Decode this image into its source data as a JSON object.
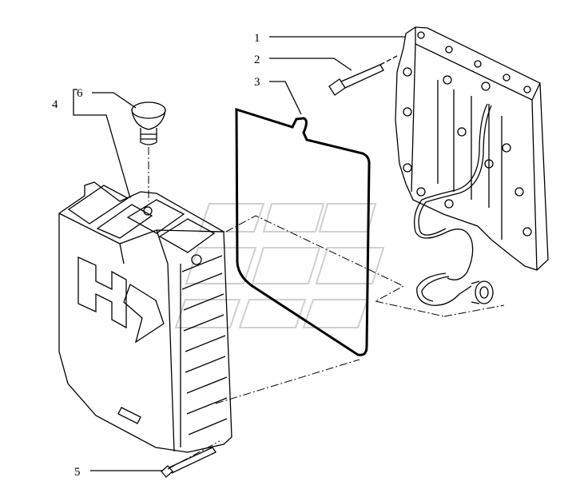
{
  "diagram": {
    "kind": "exploded parts view",
    "accent_color": "#000000",
    "watermark_color": "#cfcfcf",
    "callouts": [
      {
        "id": "c1",
        "label": "1"
      },
      {
        "id": "c2",
        "label": "2"
      },
      {
        "id": "c3",
        "label": "3"
      },
      {
        "id": "c4",
        "label": "4"
      },
      {
        "id": "c5",
        "label": "5"
      },
      {
        "id": "c6",
        "label": "6"
      }
    ],
    "parts": [
      {
        "callout": "1",
        "icon": "mounting-plate-icon"
      },
      {
        "callout": "2",
        "icon": "cap-screw-icon"
      },
      {
        "callout": "3",
        "icon": "gasket-icon"
      },
      {
        "callout": "4",
        "icon": "housing-cover-icon"
      },
      {
        "callout": "5",
        "icon": "bolt-icon"
      },
      {
        "callout": "6",
        "icon": "breather-plug-icon"
      }
    ]
  }
}
